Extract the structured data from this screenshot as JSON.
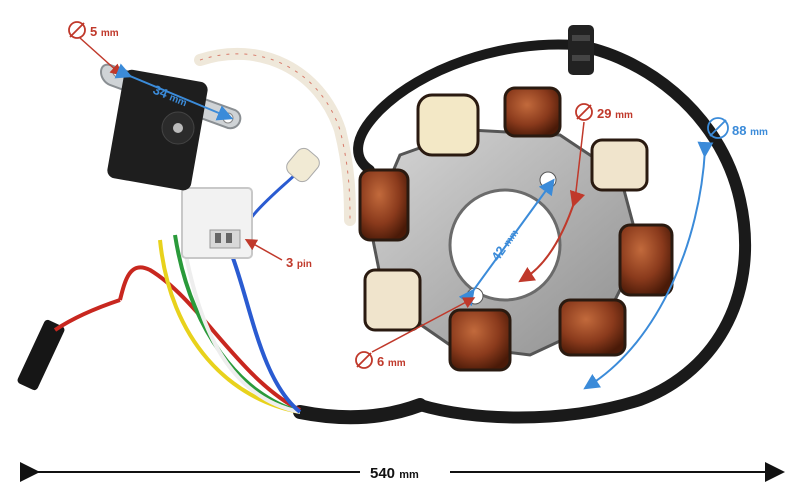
{
  "annotations": {
    "hole_diameter_small": {
      "value": "5",
      "unit": "mm"
    },
    "pickup_spacing": {
      "value": "34",
      "unit": "mm"
    },
    "coil_diameter": {
      "value": "29",
      "unit": "mm"
    },
    "center_bore": {
      "value": "42",
      "unit": "mm"
    },
    "outer_diameter": {
      "value": "88",
      "unit": "mm"
    },
    "connector_pins": {
      "value": "3",
      "unit": "pin"
    },
    "mount_hole": {
      "value": "6",
      "unit": "mm"
    },
    "cable_length": {
      "value": "540",
      "unit": "mm"
    }
  },
  "colors": {
    "red_annotation": "#c0392b",
    "blue_annotation": "#3b8bd9",
    "copper": "#8a3a1c",
    "stator_plate": "#b9b9b9",
    "cable": "#1a1a1a"
  }
}
